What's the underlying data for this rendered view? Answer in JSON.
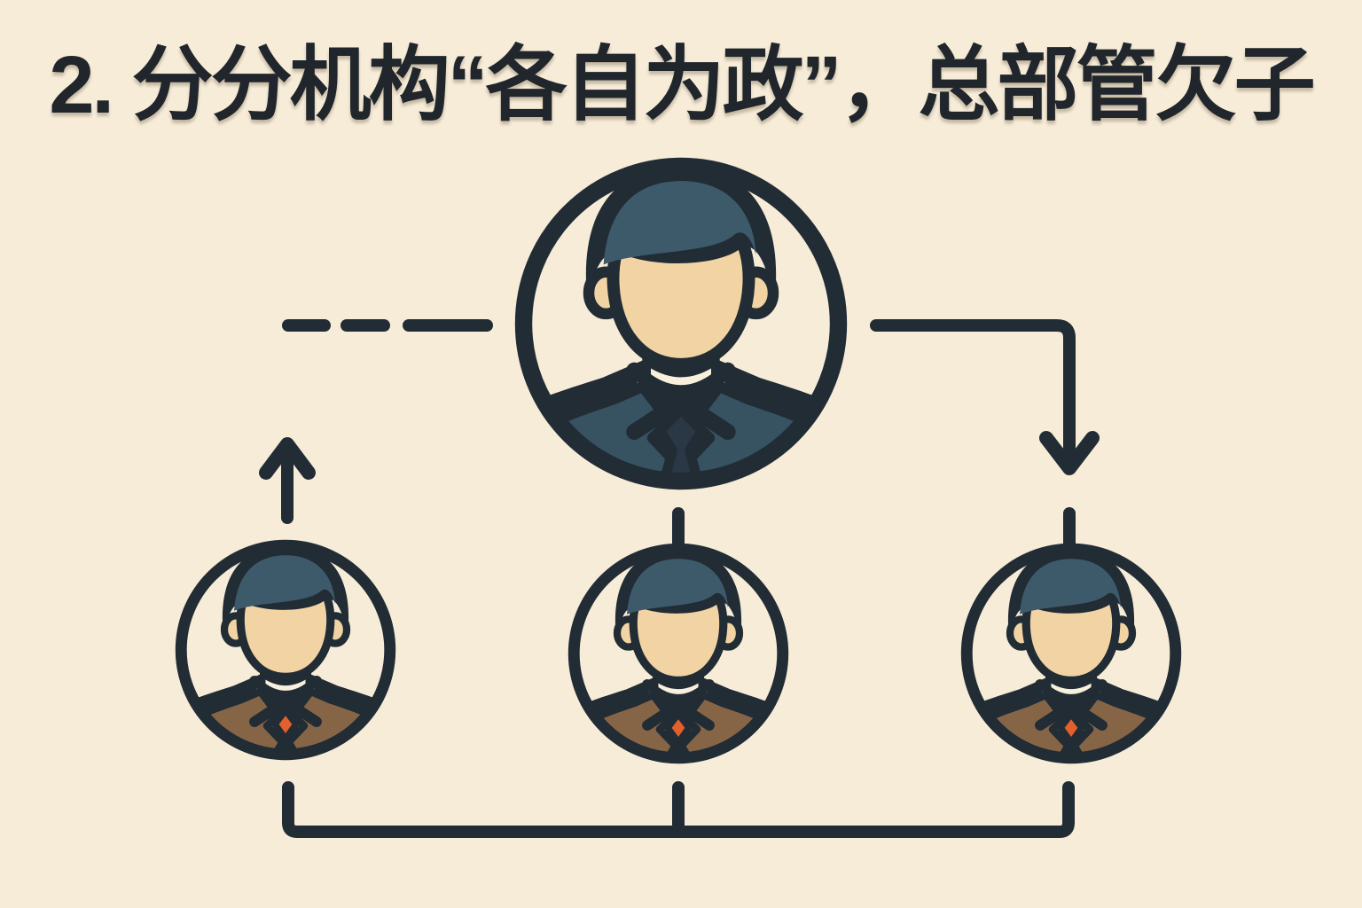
{
  "title": "2. 分分机构“各自为政”，总部管欠子",
  "colors": {
    "background": "#f7ecd8",
    "ink": "#212c35",
    "title_ink": "#20262c",
    "skin": "#f2d4a4",
    "shirt": "#f8f0dc",
    "hair_highlight": "#3d5a6b",
    "suit_executive": "#375261",
    "tie_executive": "#2a3845",
    "suit_branch": "#866547",
    "tie_branch": "#e2602c"
  },
  "diagram": {
    "nodes": [
      {
        "icon": "businessman-avatar",
        "position": "top-center",
        "style": "executive-teal-suit"
      },
      {
        "icon": "businessman-avatar",
        "position": "bottom-left",
        "style": "branch-brown-suit-orange-tie"
      },
      {
        "icon": "businessman-avatar",
        "position": "bottom-middle",
        "style": "branch-brown-suit-orange-tie"
      },
      {
        "icon": "businessman-avatar",
        "position": "bottom-right",
        "style": "branch-brown-suit-orange-tie"
      }
    ],
    "connectors": [
      {
        "icon": "dashed-line",
        "from": "left",
        "to": "top-circle"
      },
      {
        "icon": "elbow-down-arrow",
        "from": "top-circle",
        "to": "bottom-right-circle"
      },
      {
        "icon": "up-arrow",
        "from": "bottom-left-circle",
        "to": "up"
      },
      {
        "icon": "vertical-stub",
        "from": "top-circle",
        "to": "bottom-middle-circle"
      },
      {
        "icon": "bottom-bracket",
        "joins": [
          "bottom-left-circle",
          "bottom-middle-circle",
          "bottom-right-circle"
        ]
      }
    ]
  }
}
